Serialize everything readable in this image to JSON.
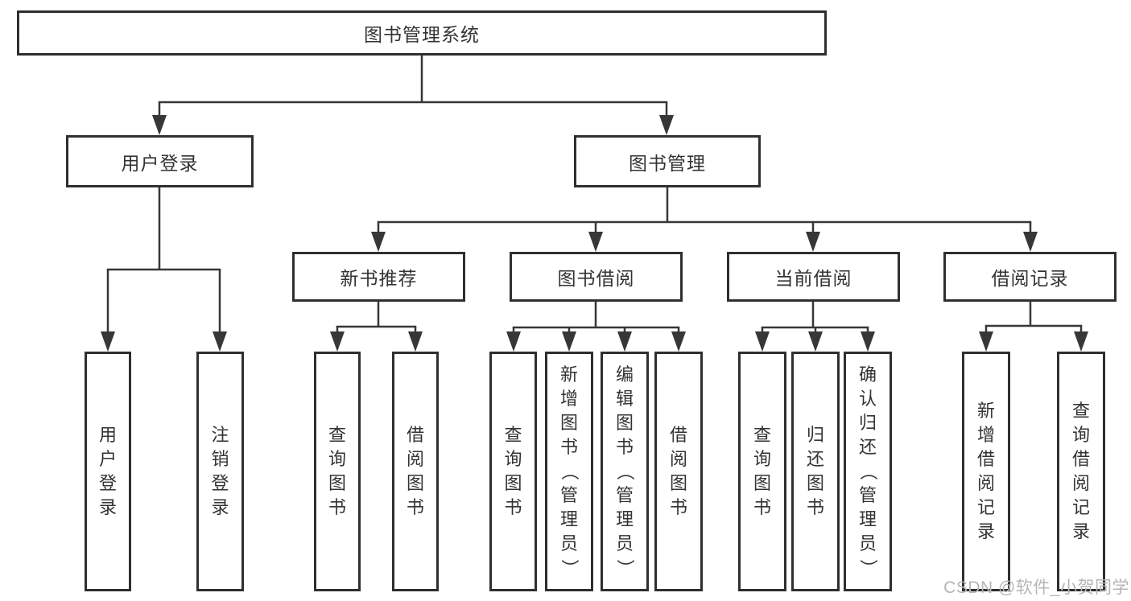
{
  "tree": {
    "label": "图书管理系统",
    "children": [
      {
        "label": "用户登录",
        "children": [
          {
            "label": "用户登录"
          },
          {
            "label": "注销登录"
          }
        ]
      },
      {
        "label": "图书管理",
        "children": [
          {
            "label": "新书推荐",
            "children": [
              {
                "label": "查询图书"
              },
              {
                "label": "借阅图书"
              }
            ]
          },
          {
            "label": "图书借阅",
            "children": [
              {
                "label": "查询图书"
              },
              {
                "label": "新增图书（管理员）"
              },
              {
                "label": "编辑图书（管理员）"
              },
              {
                "label": "借阅图书"
              }
            ]
          },
          {
            "label": "当前借阅",
            "children": [
              {
                "label": "查询图书"
              },
              {
                "label": "归还图书"
              },
              {
                "label": "确认归还（管理员）"
              }
            ]
          },
          {
            "label": "借阅记录",
            "children": [
              {
                "label": "新增借阅记录"
              },
              {
                "label": "查询借阅记录"
              }
            ]
          }
        ]
      }
    ]
  },
  "watermark": "CSDN @软件_小贺同学",
  "colors": {
    "line": "#373737",
    "border": "#2f2f2f",
    "text": "#333333",
    "watermark": "#b5b5b5"
  }
}
